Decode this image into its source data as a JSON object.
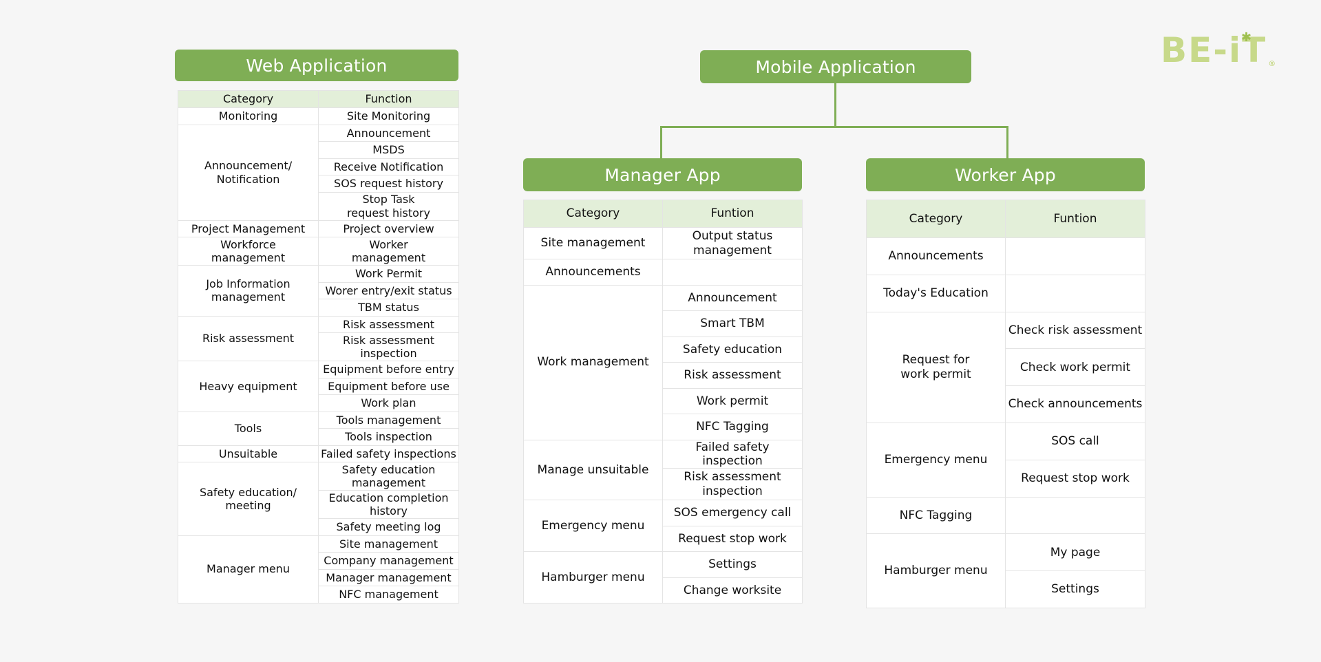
{
  "logo": {
    "text": "BE-iT",
    "reg": "®"
  },
  "web": {
    "title": "Web Application",
    "headers": [
      "Category",
      "Function"
    ],
    "rows": [
      {
        "category": "Monitoring",
        "functions": [
          "Site Monitoring"
        ]
      },
      {
        "category": "Announcement/\nNotification",
        "functions": [
          "Announcement",
          "MSDS",
          "Receive Notification",
          "SOS request history",
          "Stop Task\nrequest history"
        ]
      },
      {
        "category": "Project Management",
        "functions": [
          "Project overview"
        ]
      },
      {
        "category": "Workforce\nmanagement",
        "functions": [
          "Worker\nmanagement"
        ]
      },
      {
        "category": "Job Information\nmanagement",
        "functions": [
          "Work Permit",
          "Worer entry/exit status",
          "TBM status"
        ]
      },
      {
        "category": "Risk assessment",
        "functions": [
          "Risk assessment",
          "Risk assessment\ninspection"
        ]
      },
      {
        "category": "Heavy equipment",
        "functions": [
          "Equipment before entry",
          "Equipment before use",
          "Work plan"
        ]
      },
      {
        "category": "Tools",
        "functions": [
          "Tools management",
          "Tools inspection"
        ]
      },
      {
        "category": "Unsuitable",
        "functions": [
          "Failed safety inspections"
        ]
      },
      {
        "category": "Safety education/\nmeeting",
        "functions": [
          "Safety education\nmanagement",
          "Education completion\nhistory",
          "Safety meeting log"
        ]
      },
      {
        "category": "Manager menu",
        "functions": [
          "Site management",
          "Company management",
          "Manager management",
          "NFC management"
        ]
      }
    ]
  },
  "mobile": {
    "title": "Mobile Application"
  },
  "manager": {
    "title": "Manager App",
    "headers": [
      "Category",
      "Funtion"
    ],
    "rows": [
      {
        "category": "Site management",
        "functions": [
          "Output status\nmanagement"
        ]
      },
      {
        "category": "Announcements",
        "functions": [
          ""
        ]
      },
      {
        "category": "Work management",
        "functions": [
          "Announcement",
          "Smart TBM",
          "Safety education",
          "Risk assessment",
          "Work permit",
          "NFC Tagging"
        ]
      },
      {
        "category": "Manage unsuitable",
        "functions": [
          "Failed safety inspection",
          "Risk assessment\ninspection"
        ]
      },
      {
        "category": "Emergency menu",
        "functions": [
          "SOS emergency call",
          "Request stop work"
        ]
      },
      {
        "category": "Hamburger menu",
        "functions": [
          "Settings",
          "Change worksite"
        ]
      }
    ]
  },
  "worker": {
    "title": "Worker App",
    "headers": [
      "Category",
      "Funtion"
    ],
    "rows": [
      {
        "category": "Announcements",
        "functions": [
          ""
        ]
      },
      {
        "category": "Today's Education",
        "functions": [
          ""
        ]
      },
      {
        "category": "Request for\nwork permit",
        "functions": [
          "Check risk assessment",
          "Check work permit",
          "Check announcements"
        ]
      },
      {
        "category": "Emergency menu",
        "functions": [
          "SOS call",
          "Request stop work"
        ]
      },
      {
        "category": "NFC Tagging",
        "functions": [
          ""
        ]
      },
      {
        "category": "Hamburger menu",
        "functions": [
          "My page",
          "Settings"
        ]
      }
    ]
  }
}
